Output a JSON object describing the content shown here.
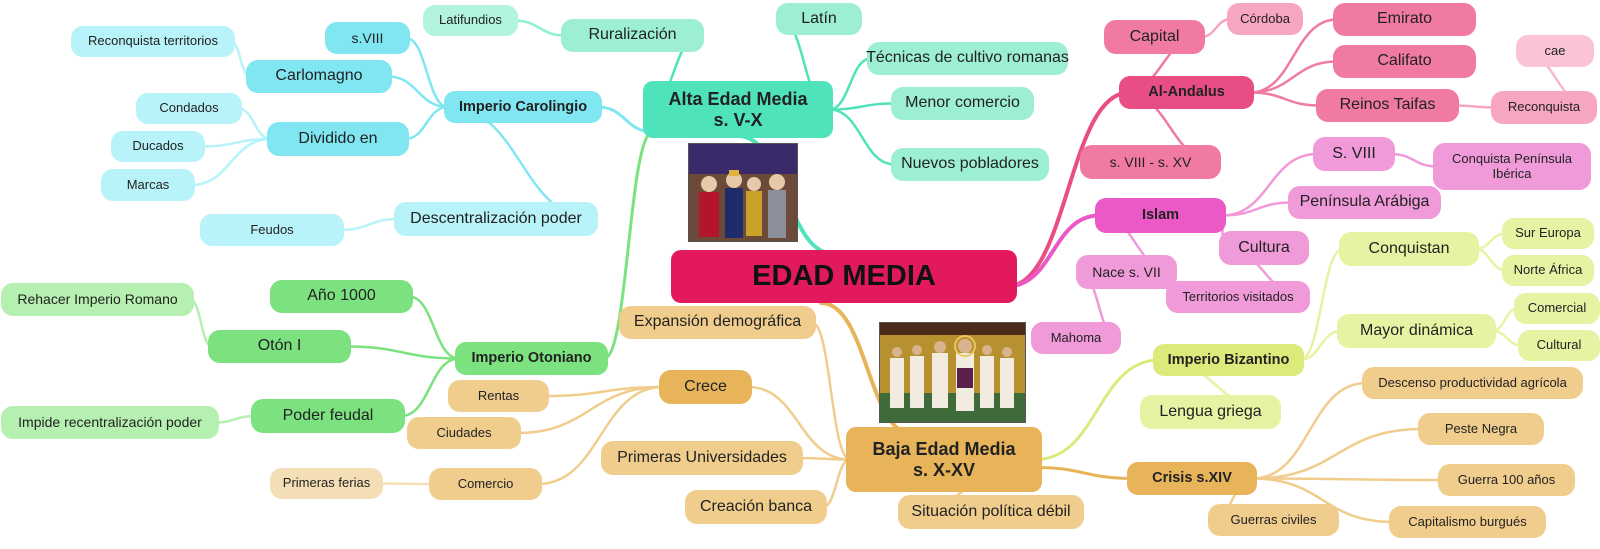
{
  "colors": {
    "root": "#e21a5d",
    "alta": "#4fe3bb",
    "alta_light": "#9cefd3",
    "carolingio": "#7fe6f2",
    "carolingio_light": "#b7f3f8",
    "otoniano": "#7ce27f",
    "otoniano_light": "#b6f0b1",
    "baja": "#e7b45a",
    "baja_light": "#f0cd8d",
    "baja_pale": "#f4deb6",
    "bizantino": "#dcea7c",
    "bizantino_light": "#e8f2a3",
    "alandalus": "#e84d86",
    "alandalus_light": "#f07aa2",
    "alandalus_pale": "#f6a6c2",
    "islam": "#ea59c6",
    "islam_light": "#f09ad9"
  },
  "root": {
    "label": "EDAD MEDIA"
  },
  "alta_edad_media": {
    "title": "Alta Edad Media",
    "subtitle": "s. V-X",
    "children": [
      "Latín",
      "Ruralización",
      "Latifundios",
      "Técnicas de cultivo romanas",
      "Menor comercio",
      "Nuevos pobladores"
    ],
    "image": "illuminated-manuscript-coronation"
  },
  "imperio_carolingio": {
    "label": "Imperio Carolingio",
    "children": [
      "s.VIII",
      "Carlomagno",
      "Reconquista territorios",
      "Dividido en",
      "Condados",
      "Ducados",
      "Marcas",
      "Descentralización poder",
      "Feudos"
    ]
  },
  "imperio_otoniano": {
    "label": "Imperio Otoniano",
    "children": [
      "Año 1000",
      "Otón I",
      "Rehacer Imperio Romano",
      "Poder feudal",
      "Impide recentralización poder"
    ]
  },
  "baja_edad_media": {
    "title": "Baja Edad Media",
    "subtitle": "s. X-XV",
    "children": [
      "Expansión demográfica",
      "Crece",
      "Rentas",
      "Ciudades",
      "Comercio",
      "Primeras ferias",
      "Primeras Universidades",
      "Creación banca",
      "Situación política débil"
    ],
    "image": "byzantine-mosaic-justinian"
  },
  "imperio_bizantino": {
    "label": "Imperio Bizantino",
    "children": [
      "Conquistan",
      "Sur Europa",
      "Norte África",
      "Mayor dinámica",
      "Comercial",
      "Cultural",
      "Lengua griega"
    ]
  },
  "crisis": {
    "label": "Crisis s.XIV",
    "children": [
      "Descenso productividad agrícola",
      "Peste Negra",
      "Guerra 100 años",
      "Capitalismo burgués",
      "Guerras civiles"
    ]
  },
  "al_andalus": {
    "label": "Al-Andalus",
    "children": [
      "Capital",
      "Córdoba",
      "Emirato",
      "Califato",
      "Reinos Taifas",
      "Reconquista",
      "cae",
      "s. VIII - s. XV"
    ]
  },
  "islam": {
    "label": "Islam",
    "children": [
      "S. VIII",
      "Conquista Península Ibérica",
      "Península Arábiga",
      "Cultura",
      "Territorios visitados",
      "Nace s. VII",
      "Mahoma"
    ]
  }
}
